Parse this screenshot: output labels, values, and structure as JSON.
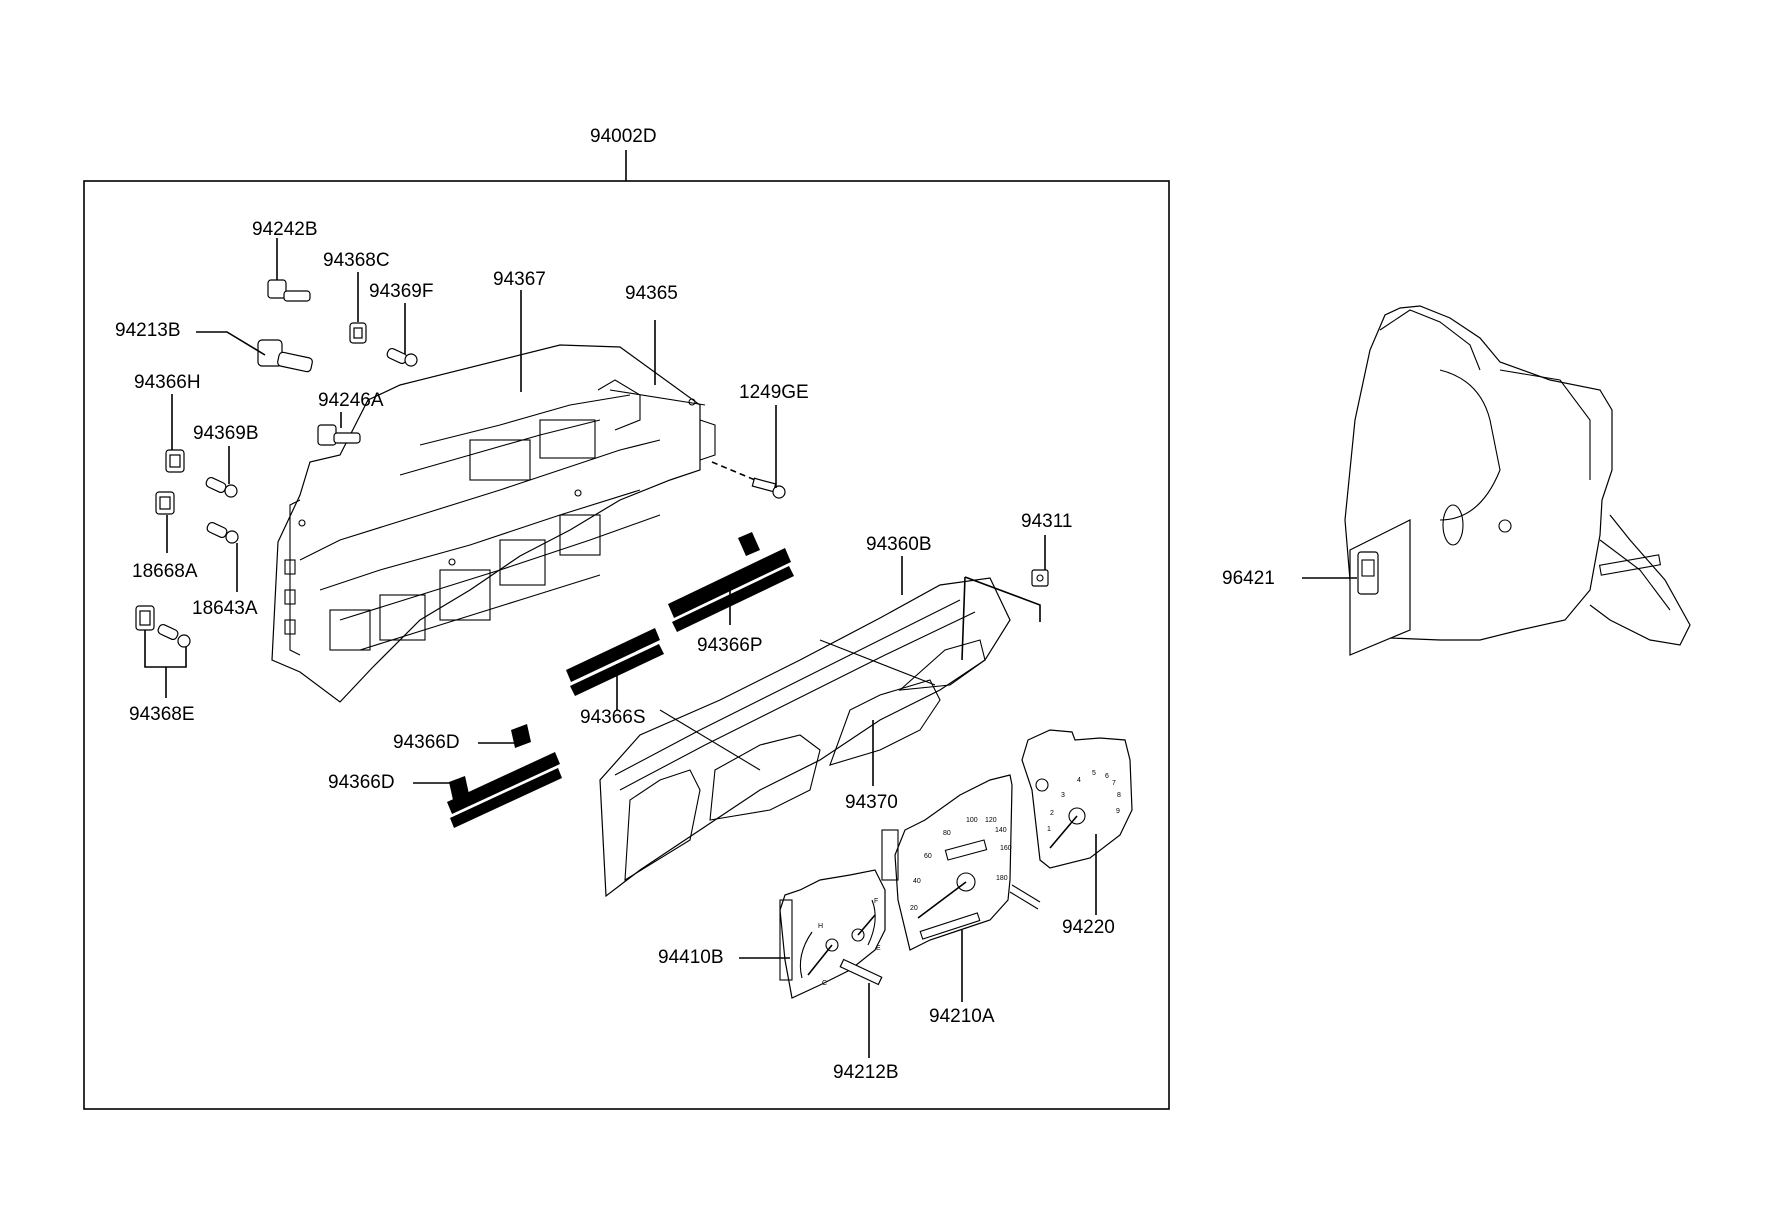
{
  "labels": {
    "assembly": "94002D",
    "p94242B": "94242B",
    "p94368C": "94368C",
    "p94369F": "94369F",
    "p94367": "94367",
    "p94365": "94365",
    "p94213B": "94213B",
    "p94366H": "94366H",
    "p94246A": "94246A",
    "p1249GE": "1249GE",
    "p94369B": "94369B",
    "p18668A": "18668A",
    "p18643A": "18643A",
    "p94368E": "94368E",
    "p94311": "94311",
    "p94360B": "94360B",
    "p94366P": "94366P",
    "p94366S": "94366S",
    "p94366D_top": "94366D",
    "p94366D_bottom": "94366D",
    "p94370": "94370",
    "p94220": "94220",
    "p94410B": "94410B",
    "p94210A": "94210A",
    "p94212B": "94212B",
    "p96421": "96421"
  },
  "dials": {
    "speedo": [
      "20",
      "40",
      "60",
      "80",
      "100",
      "120",
      "140",
      "160",
      "180"
    ],
    "tacho": [
      "1",
      "2",
      "3",
      "4",
      "5",
      "6",
      "7",
      "8",
      "9"
    ],
    "fuel": [
      "F",
      "E"
    ],
    "temp": [
      "H",
      "C"
    ]
  }
}
